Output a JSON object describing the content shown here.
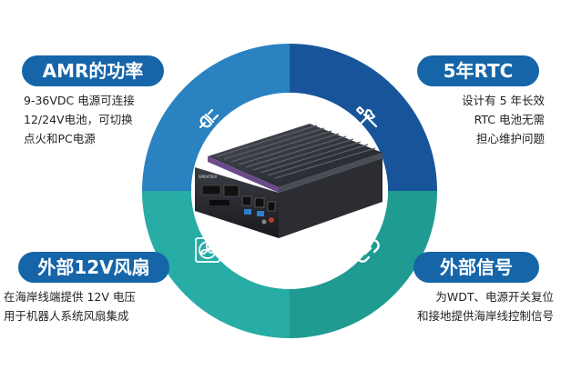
{
  "features": [
    {
      "title": "AMR的功率",
      "lines": [
        "9-36VDC 电源可连接",
        "12/24V电池，可切换",
        "点火和PC电源"
      ],
      "icon": "power-plug-icon"
    },
    {
      "title": "5年RTC",
      "lines": [
        "设计有 5 年长效",
        "RTC 电池无需",
        "担心维护问题"
      ],
      "icon": "tools-icon"
    },
    {
      "title": "外部12V风扇",
      "lines": [
        "在海岸线端提供 12V 电压",
        "用于机器人系统风扇集成"
      ],
      "icon": "fan-icon"
    },
    {
      "title": "外部信号",
      "lines": [
        "为WDT、电源开关复位",
        "和接地提供海岸线控制信号"
      ],
      "icon": "link-icon"
    }
  ],
  "colors": {
    "pill": "#1565a8",
    "ring_dark": "#1a5d9e",
    "ring_mid": "#2489c6",
    "ring_teal": "#23a9a5",
    "ring_teal_dark": "#1c978f"
  },
  "device": {
    "brand_label": "SPIRATRIX"
  }
}
